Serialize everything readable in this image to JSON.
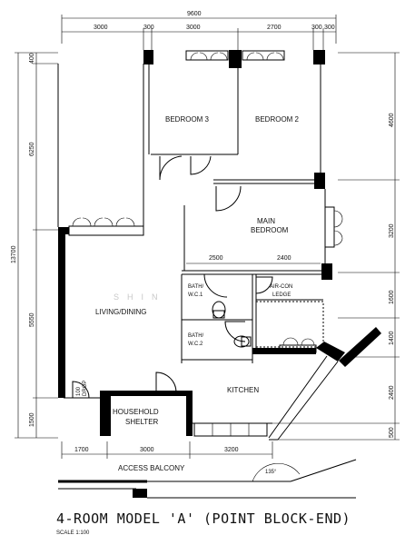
{
  "dimensions": {
    "overall_width": "9600",
    "top": [
      "3000",
      "300",
      "3000",
      "2700",
      "300",
      "300"
    ],
    "left_overall": "13700",
    "left": [
      "400",
      "6250",
      "5550",
      "1500"
    ],
    "right": [
      "4600",
      "3200",
      "1600",
      "1400",
      "2400",
      "500"
    ],
    "bottom": [
      "1700",
      "3000",
      "3200"
    ],
    "inner": [
      "2500",
      "2400"
    ]
  },
  "rooms": {
    "bedroom_3": "BEDROOM 3",
    "bedroom_2": "BEDROOM 2",
    "main_bedroom_line1": "MAIN",
    "main_bedroom_line2": "BEDROOM",
    "living_dining": "LIVING/DINING",
    "bath_wc1_line1": "BATH/",
    "bath_wc1_line2": "W.C.1",
    "bath_wc2_line1": "BATH/",
    "bath_wc2_line2": "W.C.2",
    "air_con_line1": "AIR-CON",
    "air_con_line2": "LEDGE",
    "kitchen": "KITCHEN",
    "shelter_line1": "HOUSEHOLD",
    "shelter_line2": "SHELTER",
    "drop_line1": "100",
    "drop_line2": "DROP"
  },
  "labels": {
    "access_balcony": "ACCESS  BALCONY",
    "angle": "135°",
    "title": "4-ROOM MODEL 'A' (POINT BLOCK-END)",
    "scale": "SCALE 1:100",
    "watermark": "SHIN"
  }
}
